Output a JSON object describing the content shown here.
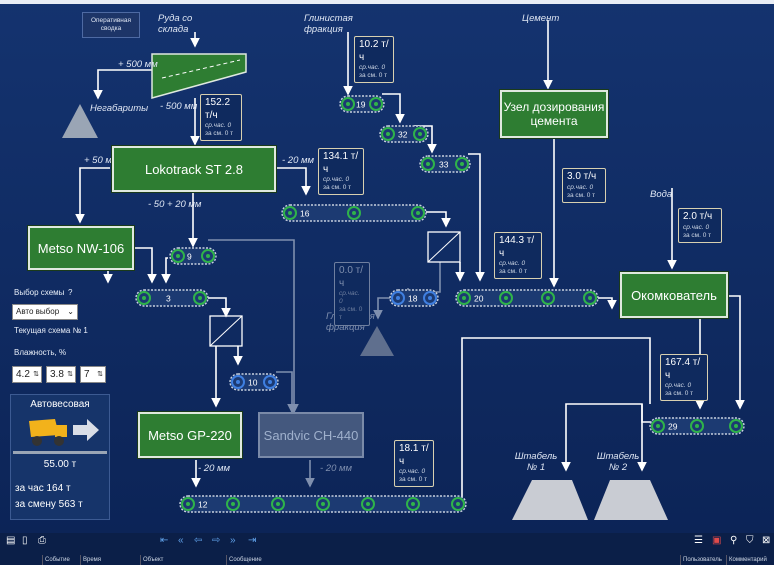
{
  "header": {
    "ops_summary_btn": "Оперативная сводка"
  },
  "labels": {
    "ore": "Руда со склада",
    "clay_top": "Глинистая фракция",
    "cement": "Цемент",
    "water": "Вода",
    "oversize": "Негабариты",
    "plus500": "+ 500 мм",
    "minus500": "- 500 мм",
    "plus50": "+ 50 мм",
    "minus20a": "- 20 мм",
    "range50_20": "- 50 + 20 мм",
    "minus20b": "- 20 мм",
    "minus20c": "- 20 мм",
    "clay_mid": "Глинистая фракция",
    "pile1": "Штабель № 1",
    "pile2": "Штабель № 2"
  },
  "units": {
    "lokotrack": "Lokotrack ST 2.8",
    "metso_nw": "Metso NW-106",
    "metso_gp": "Metso GP-220",
    "sandvic": "Sandvic CH-440",
    "dosing": "Узел дозирования цемента",
    "pelletizer": "Окомкователь"
  },
  "rates": [
    {
      "id": "r1",
      "value": "152.2 т/ч",
      "avg": "ср.час. 0",
      "shift": "за см. 0 т"
    },
    {
      "id": "r2",
      "value": "10.2 т/ч",
      "avg": "ср.час. 0",
      "shift": "за см. 0 т"
    },
    {
      "id": "r3",
      "value": "134.1 т/ч",
      "avg": "ср.час. 0",
      "shift": "за см. 0 т"
    },
    {
      "id": "r4",
      "value": "3.0 т/ч",
      "avg": "ср.час. 0",
      "shift": "за см. 0 т"
    },
    {
      "id": "r5",
      "value": "2.0 т/ч",
      "avg": "ср.час. 0",
      "shift": "за см. 0 т"
    },
    {
      "id": "r6",
      "value": "144.3 т/ч",
      "avg": "ср.час. 0",
      "shift": "за см. 0 т"
    },
    {
      "id": "r7",
      "value": "0.0 т/ч",
      "avg": "ср.час. 0",
      "shift": "за см. 0 т"
    },
    {
      "id": "r8",
      "value": "167.4 т/ч",
      "avg": "ср.час. 0",
      "shift": "за см. 0 т"
    },
    {
      "id": "r9",
      "value": "18.1 т/ч",
      "avg": "ср.час. 0",
      "shift": "за см. 0 т"
    }
  ],
  "conveyors": [
    "19",
    "32",
    "33",
    "16",
    "9",
    "3",
    "18",
    "20",
    "10",
    "29",
    "12"
  ],
  "scheme": {
    "title": "Выбор схемы",
    "help": "?",
    "selected": "Авто выбор",
    "current": "Текущая схема № 1"
  },
  "humidity": {
    "label": "Влажность, %",
    "values": [
      "4.2",
      "3.8",
      "7"
    ]
  },
  "scale": {
    "title": "Автовесовая",
    "weight": "55.00 т",
    "per_hour": "за час 164 т",
    "per_shift": "за смену 563 т"
  },
  "log_columns": [
    "Событие",
    "Время",
    "Объект",
    "Сообщение"
  ],
  "right_columns": [
    "Пользователь",
    "Комментарий"
  ],
  "colors": {
    "bg": "#14336f",
    "unit_green": "#2e7d32",
    "wheel_green": "#2fb34a",
    "wheel_blue": "#3f7fe0"
  }
}
